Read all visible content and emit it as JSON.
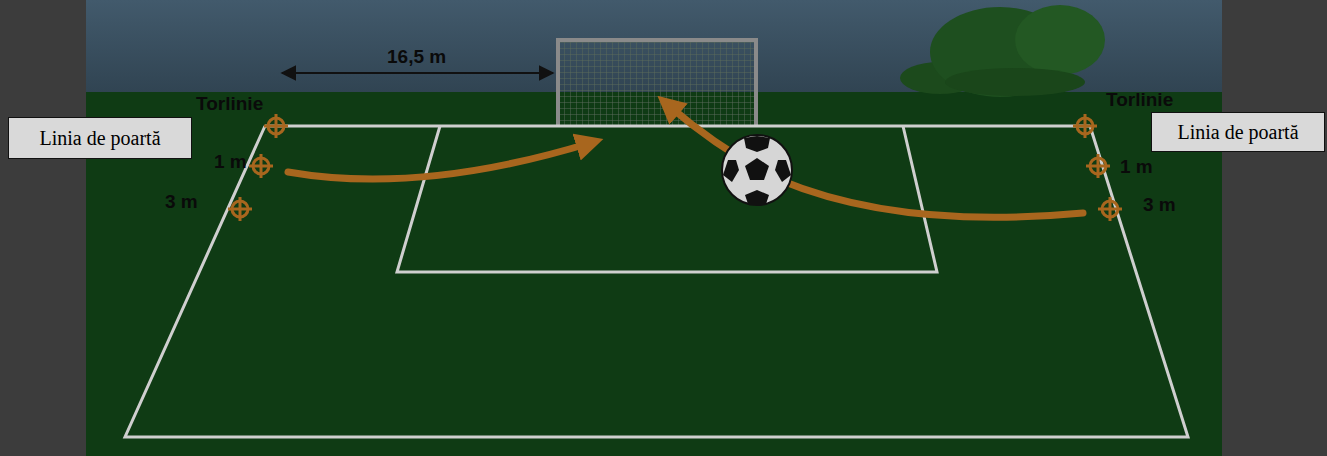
{
  "diagram": {
    "nodes": [
      {
        "text": [
          "Linia de poartă"
        ]
      },
      {
        "text": [
          "Linia de poartă"
        ]
      }
    ],
    "labels": [
      "16,5 m",
      "Torlinie",
      "1 m",
      "3 m",
      "Torlinie",
      "1 m",
      "3 m"
    ]
  }
}
